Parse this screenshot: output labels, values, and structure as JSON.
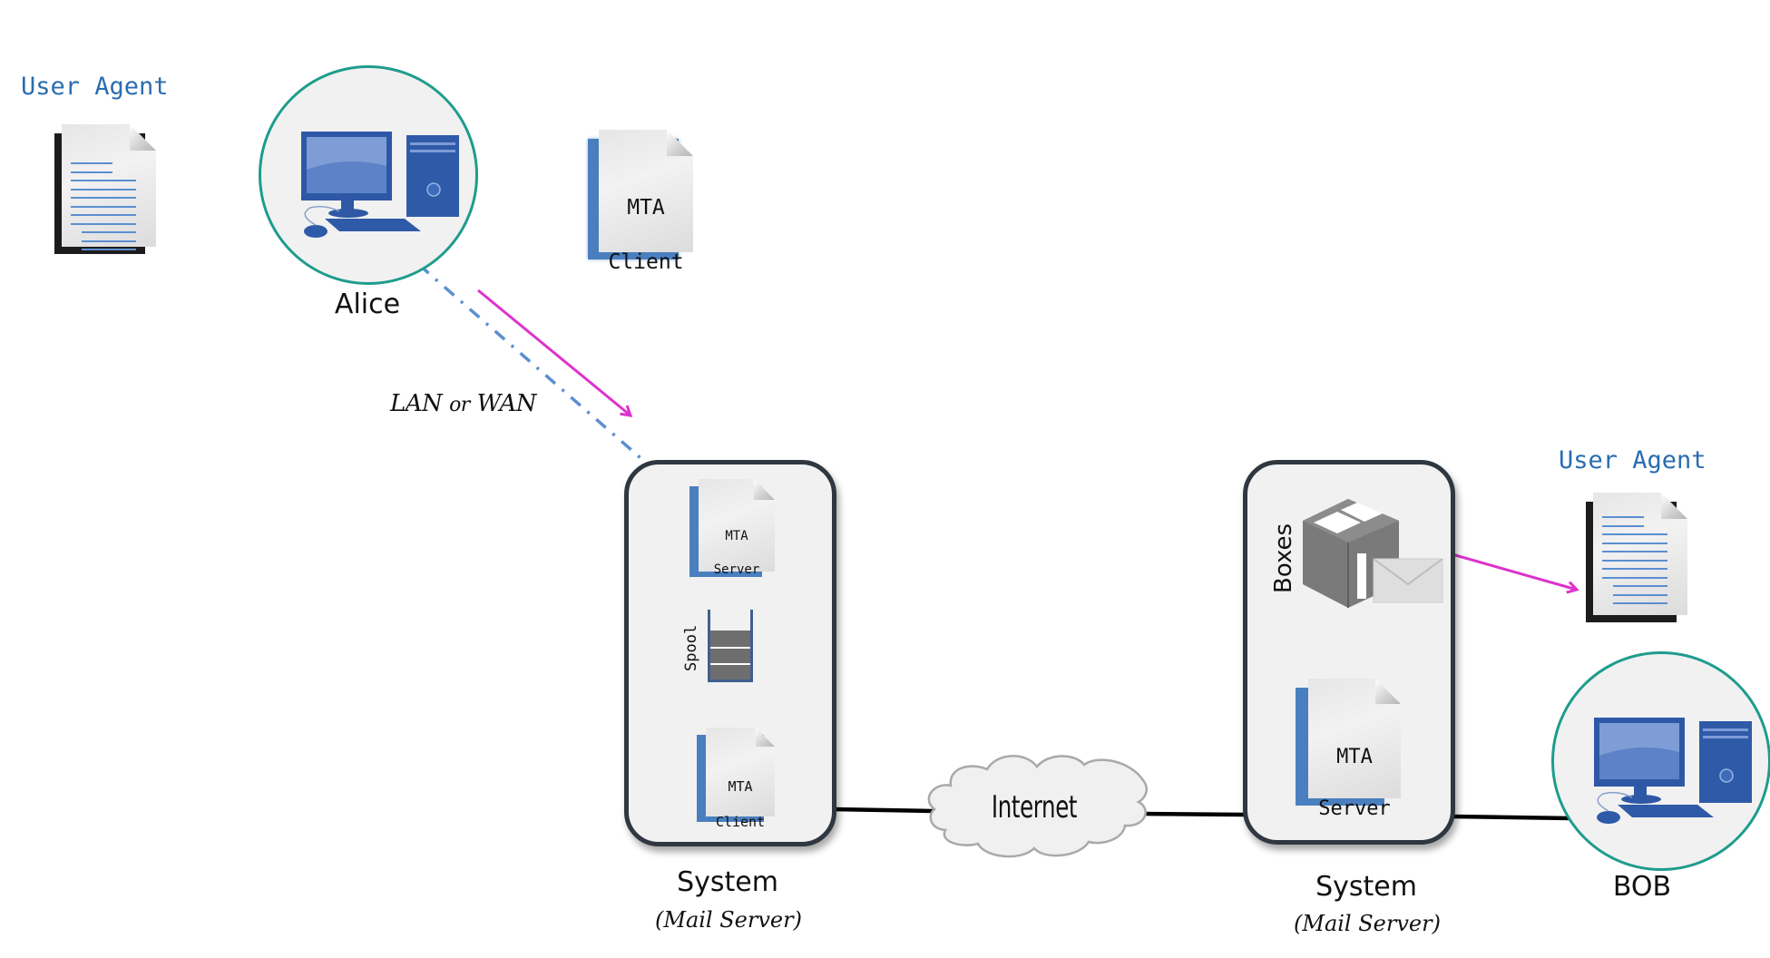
{
  "diagram": {
    "colors": {
      "flow_arrow": "#dd33cc",
      "lan_link": "#5b8fd0",
      "circle_border": "#1e9c8c",
      "user_agent_text": "#2a6db0",
      "system_border": "#2f3740",
      "doc_accent": "#4a7fbf"
    },
    "left_user_agent": {
      "label": "User Agent",
      "icon": "document-icon"
    },
    "alice": {
      "label": "Alice",
      "icon": "desktop-computer-icon"
    },
    "alice_mta_client": {
      "line1": "MTA",
      "line2": "Client",
      "icon": "document-icon"
    },
    "link_label": {
      "main": "LAN",
      "connector": "or",
      "tail": "WAN"
    },
    "sender_system": {
      "label": "System",
      "sublabel": "(Mail Server)",
      "mta_server": {
        "line1": "MTA",
        "line2": "Server"
      },
      "spool_label": "Spool",
      "mta_client": {
        "line1": "MTA",
        "line2": "Client"
      }
    },
    "internet": {
      "label": "Internet",
      "icon": "cloud-icon"
    },
    "receiver_system": {
      "label": "System",
      "sublabel": "(Mail Server)",
      "boxes_label": "Boxes",
      "mta_server": {
        "line1": "MTA",
        "line2": "Server"
      }
    },
    "right_user_agent": {
      "label": "User Agent",
      "icon": "document-icon"
    },
    "bob": {
      "label": "BOB",
      "icon": "desktop-computer-icon"
    }
  }
}
